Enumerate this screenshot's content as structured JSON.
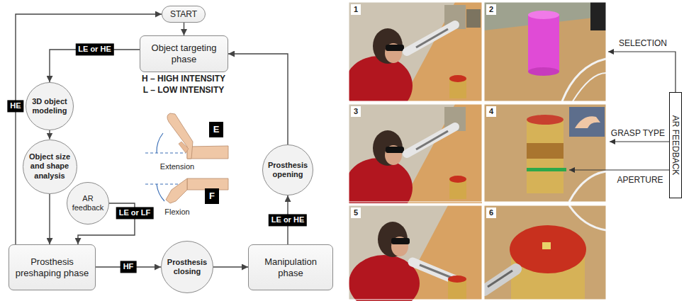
{
  "diagram": {
    "nodes": [
      {
        "text": [
          "START"
        ]
      },
      {
        "text": [
          "Object targeting phase"
        ]
      },
      {
        "text": [
          "3D object modeling"
        ]
      },
      {
        "text": [
          "E"
        ]
      },
      {
        "text": [
          "F"
        ]
      },
      {
        "text": [
          "Object size and shape analysis"
        ]
      },
      {
        "text": [
          "AR feedback"
        ]
      },
      {
        "text": [
          "Prosthesis preshaping phase"
        ]
      },
      {
        "text": [
          "Prosthesis closing"
        ]
      },
      {
        "text": [
          "Prosthesis opening"
        ]
      },
      {
        "text": [
          "Manipulation phase"
        ]
      },
      {
        "text": [
          "AR FEEDBACK"
        ]
      }
    ],
    "edges": [
      {
        "from": 0,
        "to": 1,
        "arrow": "to"
      },
      {
        "from": 1,
        "to": 2,
        "label": "LE or HE",
        "arrow": "to"
      },
      {
        "from": 2,
        "to": 5,
        "arrow": "to"
      },
      {
        "from": 5,
        "to": 7,
        "arrow": "to"
      },
      {
        "from": 6,
        "to": 7,
        "label": "LE or LF",
        "arrow": "to"
      },
      {
        "from": 7,
        "to": 0,
        "label": "HE",
        "arrow": "to"
      },
      {
        "from": 7,
        "to": 8,
        "label": "HF",
        "arrow": "to"
      },
      {
        "from": 8,
        "to": 10,
        "arrow": "to"
      },
      {
        "from": 10,
        "to": 9,
        "label": "LE or HE",
        "arrow": "to"
      },
      {
        "from": 9,
        "to": 1,
        "arrow": "to"
      }
    ],
    "labels": [
      "H – HIGH INTENSITY",
      "L – LOW INTENSITY",
      "Extension",
      "Flexion",
      "1",
      "2",
      "3",
      "4",
      "5",
      "6",
      "SELECTION",
      "GRASP TYPE",
      "APERTURE"
    ]
  }
}
